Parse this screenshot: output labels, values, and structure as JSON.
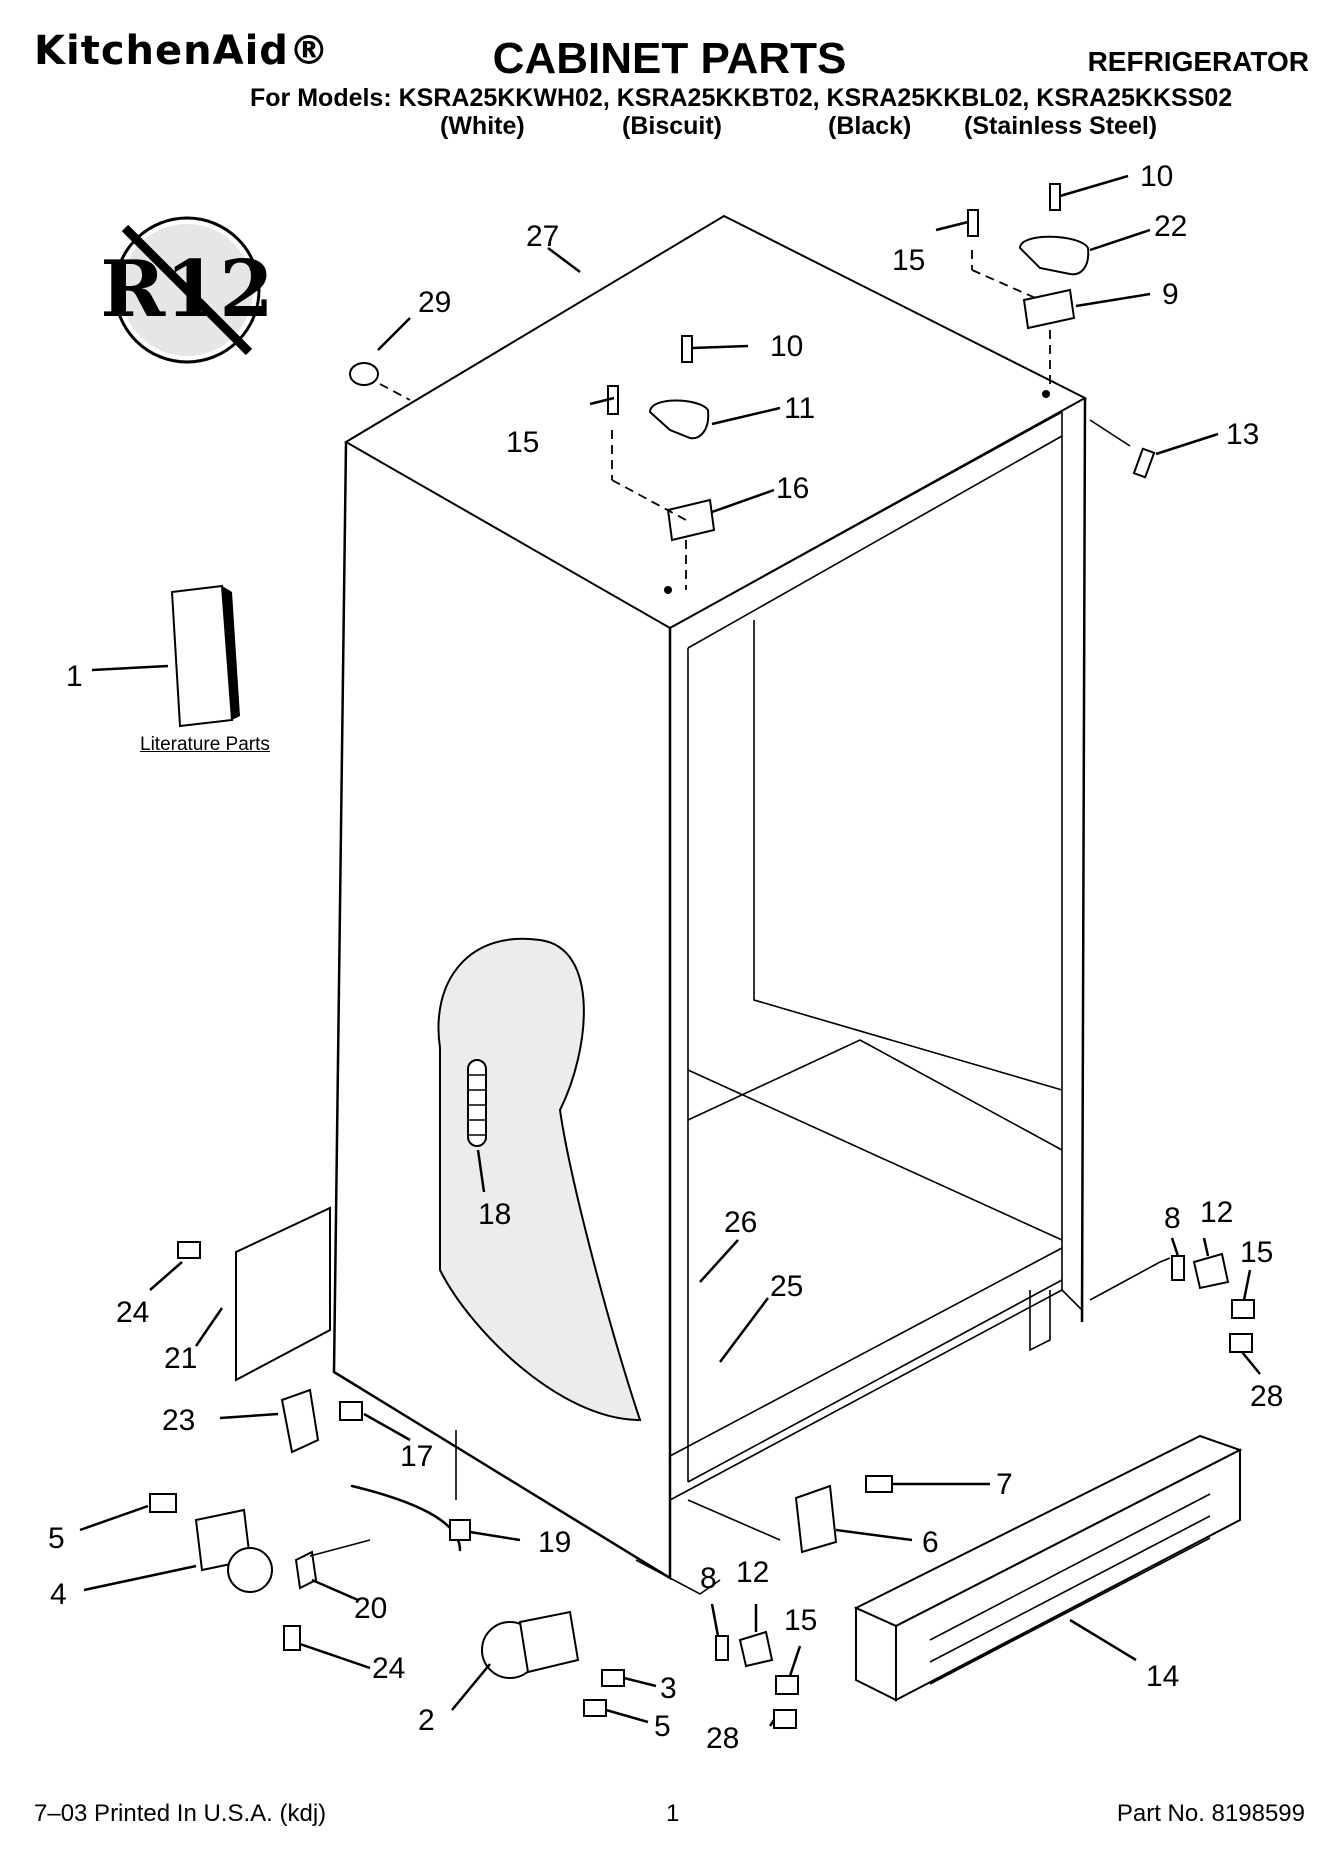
{
  "header": {
    "brand": "KitchenAid®",
    "title": "CABINET PARTS",
    "category": "REFRIGERATOR",
    "models_line": "For Models: KSRA25KKWH02, KSRA25KKBT02, KSRA25KKBL02, KSRA25KKSS02",
    "variants": [
      "(White)",
      "(Biscuit)",
      "(Black)",
      "(Stainless Steel)"
    ]
  },
  "badge": {
    "text": "R12"
  },
  "literature_label": "Literature Parts",
  "footer": {
    "printed": "7–03 Printed In U.S.A. (kdj)",
    "page": "1",
    "part_no": "Part No. 8198599"
  },
  "callouts": [
    "27",
    "29",
    "15",
    "10",
    "11",
    "16",
    "15",
    "10",
    "22",
    "9",
    "13",
    "1",
    "18",
    "26",
    "25",
    "8",
    "12",
    "15",
    "28",
    "24",
    "21",
    "23",
    "17",
    "5",
    "4",
    "19",
    "20",
    "24",
    "2",
    "3",
    "5",
    "8",
    "12",
    "15",
    "28",
    "7",
    "6",
    "14"
  ]
}
